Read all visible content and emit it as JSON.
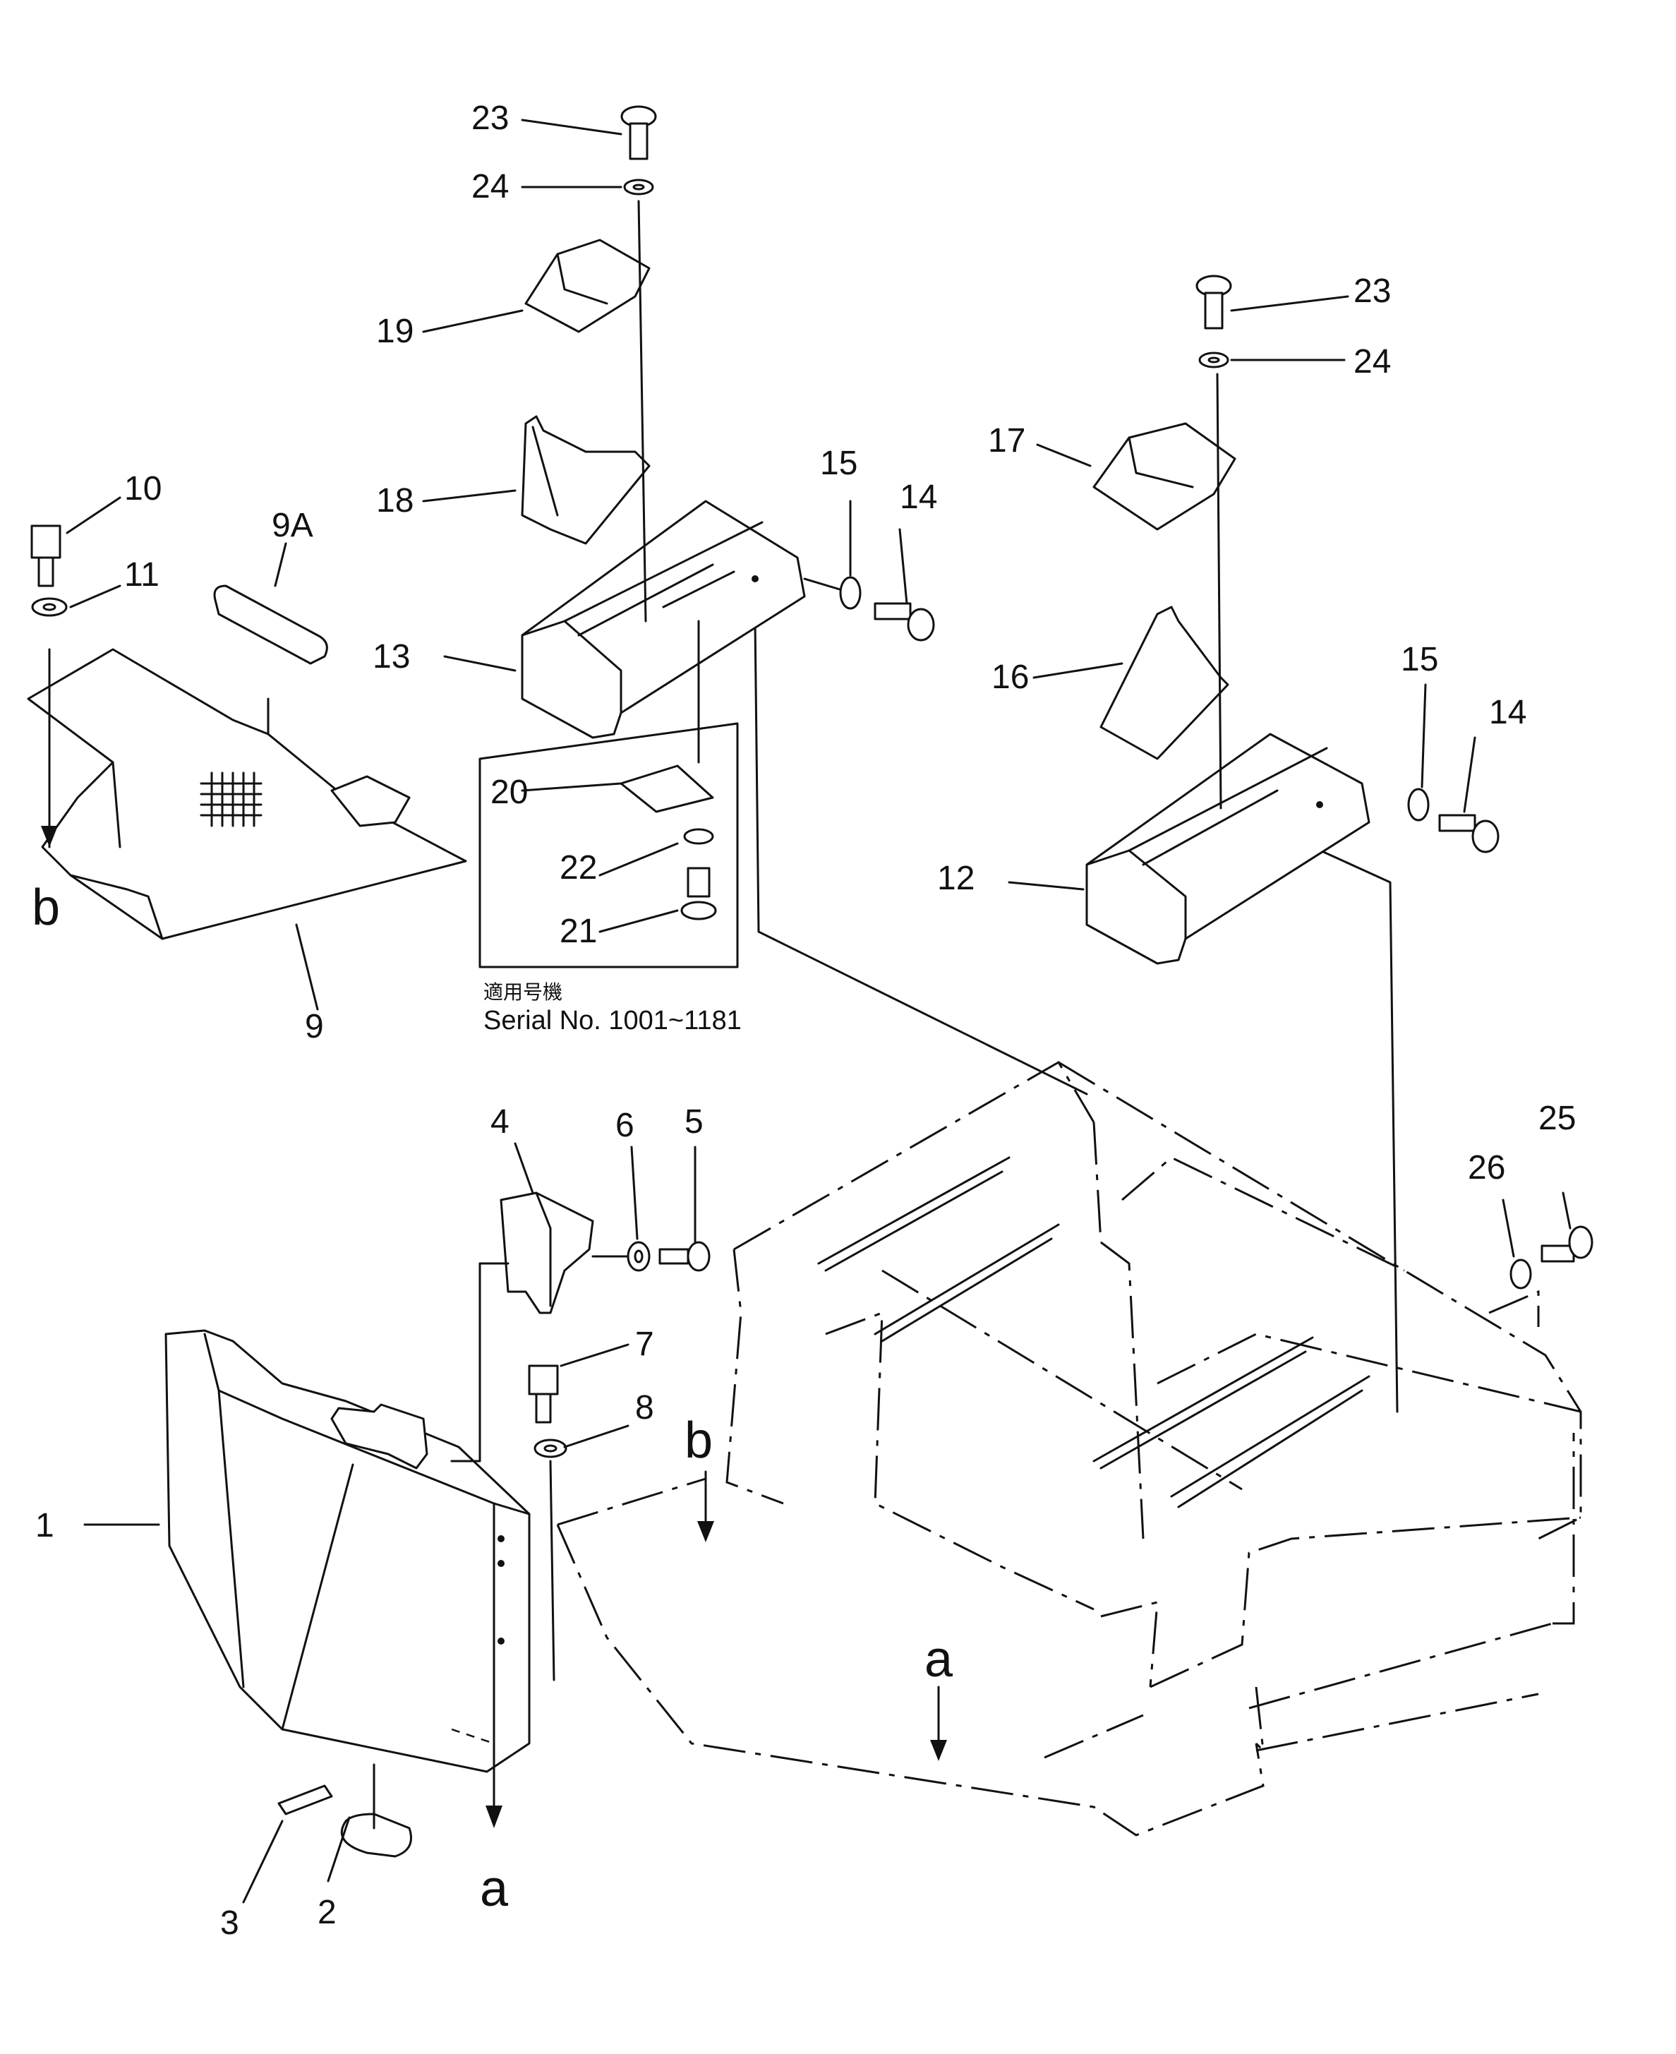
{
  "labels": {
    "p1": "1",
    "p2": "2",
    "p3": "3",
    "p4": "4",
    "p5": "5",
    "p6": "6",
    "p7": "7",
    "p8": "8",
    "p9": "9",
    "p9a": "9A",
    "p10": "10",
    "p11": "11",
    "p12": "12",
    "p13": "13",
    "p14a": "14",
    "p14b": "14",
    "p15a": "15",
    "p15b": "15",
    "p16": "16",
    "p17": "17",
    "p18": "18",
    "p19": "19",
    "p20": "20",
    "p21": "21",
    "p22": "22",
    "p23a": "23",
    "p23b": "23",
    "p24a": "24",
    "p24b": "24",
    "p25": "25",
    "p26": "26"
  },
  "refs": {
    "a1": "a",
    "a2": "a",
    "b1": "b",
    "b2": "b"
  },
  "note": {
    "jp": "適用号機",
    "serial": "Serial No. 1001~1181"
  }
}
